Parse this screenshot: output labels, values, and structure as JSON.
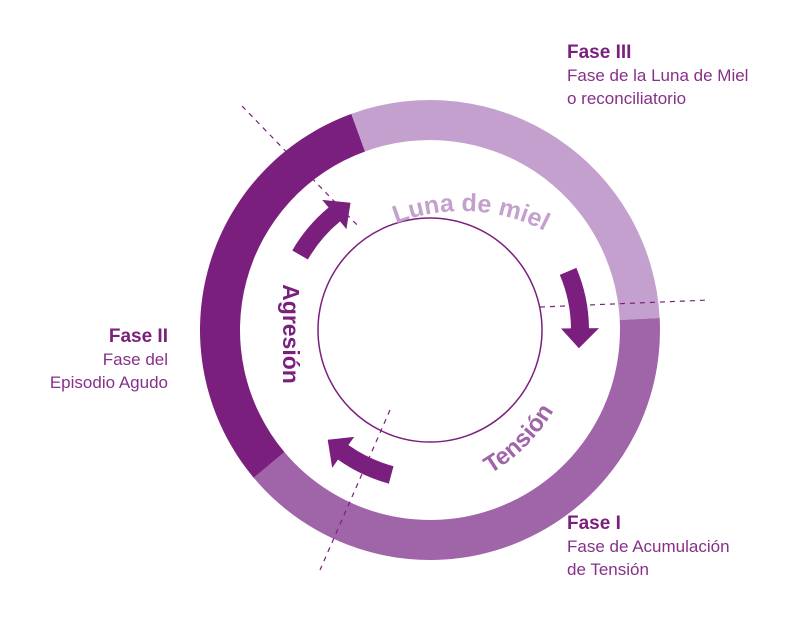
{
  "colors": {
    "agresion": "#7b1f7e",
    "tension": "#a064a8",
    "luna": "#c4a0ce",
    "arrow": "#7b1f7e",
    "text_dark": "#7b1f7e",
    "inner_circle": "#7b1f7e"
  },
  "diagram": {
    "segments": [
      {
        "id": "agresion",
        "start_deg": 140,
        "end_deg": 250,
        "color": "#7b1f7e"
      },
      {
        "id": "luna",
        "start_deg": 250,
        "end_deg": 357,
        "color": "#c4a0ce"
      },
      {
        "id": "tension",
        "start_deg": -3,
        "end_deg": 140,
        "color": "#a064a8"
      }
    ],
    "arrows": [
      {
        "id": "arrow-agresion-to-luna",
        "start_deg": 210,
        "end_deg": 238
      },
      {
        "id": "arrow-luna-to-tension",
        "start_deg": 337,
        "end_deg": 367
      },
      {
        "id": "arrow-tension-to-agresion",
        "start_deg": 105,
        "end_deg": 133
      }
    ],
    "ring_labels": {
      "luna": "Luna de miel",
      "tension": "Tensión",
      "agresion": "Agresión"
    }
  },
  "phases": {
    "phase_1": {
      "title": "Fase I",
      "lines": [
        "Fase de Acumulación",
        "de Tensión"
      ]
    },
    "phase_2": {
      "title": "Fase II",
      "lines": [
        "Fase del",
        "Episodio Agudo"
      ]
    },
    "phase_3": {
      "title": "Fase III",
      "lines": [
        "Fase de la Luna de Miel",
        "o reconciliatorio"
      ]
    }
  }
}
